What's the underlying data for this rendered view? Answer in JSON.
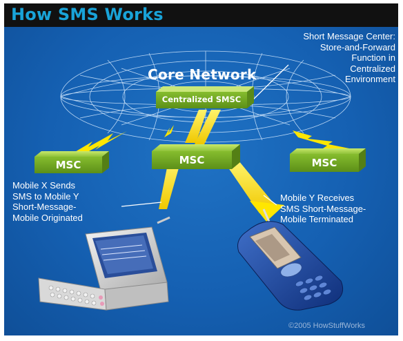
{
  "title": "How SMS Works",
  "core_network_label": "Core Network",
  "smsc": {
    "label": "Centralized SMSC",
    "description": [
      "Short Message Center:",
      "Store-and-Forward",
      "Function in",
      "Centralized",
      "Environment"
    ]
  },
  "msc_nodes": [
    {
      "label": "MSC"
    },
    {
      "label": "MSC"
    },
    {
      "label": "MSC"
    }
  ],
  "mobile_x_text": [
    "Mobile X Sends",
    "SMS to Mobile Y",
    "Short-Message-",
    "Mobile Originated"
  ],
  "mobile_y_text": [
    "Mobile Y Receives",
    "SMS Short-Message-",
    "Mobile Terminated"
  ],
  "copyright": "©2005 HowStuffWorks",
  "colors": {
    "title": "#19a3d8",
    "background": "#1560b2",
    "box_green": "#7fb52a",
    "lightning_yellow": "#ffe600"
  }
}
